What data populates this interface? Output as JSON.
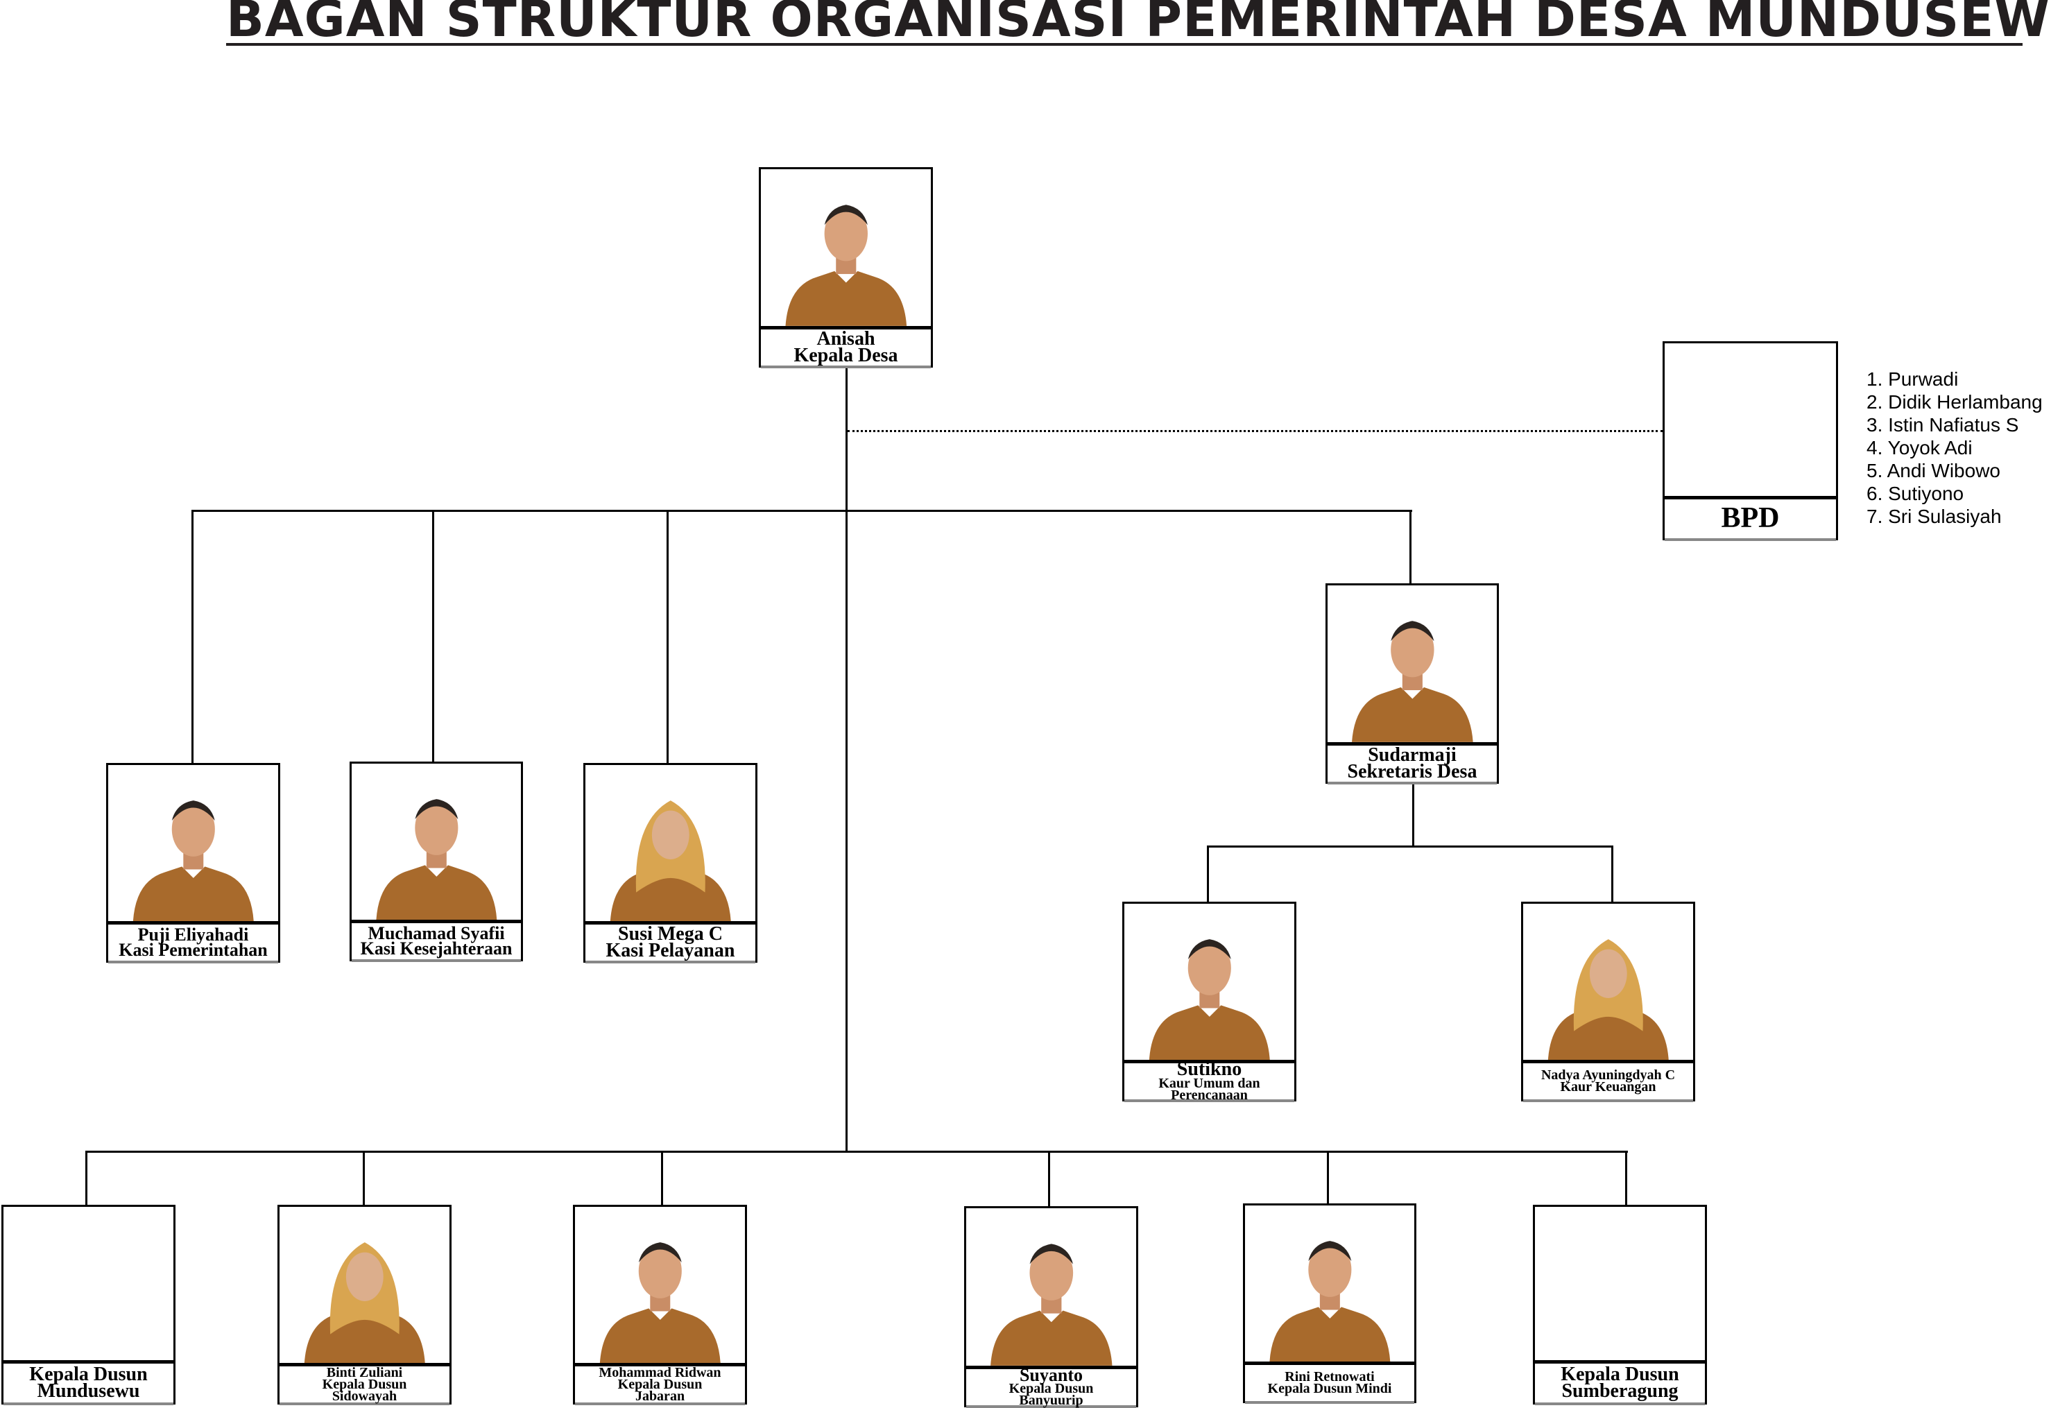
{
  "title": "BAGAN STRUKTUR ORGANISASI PEMERINTAH DESA MUNDUSEWU",
  "kepala_desa": {
    "name": "Anisah",
    "role": "Kepala Desa"
  },
  "bpd": {
    "label": "BPD",
    "members": [
      "1. Purwadi",
      "2. Didik Herlambang",
      "3. Istin Nafiatus S",
      "4. Yoyok Adi",
      "5. Andi Wibowo",
      "6. Sutiyono",
      "7. Sri Sulasiyah"
    ]
  },
  "sekretaris": {
    "name": "Sudarmaji",
    "role": "Sekretaris Desa"
  },
  "kasi": [
    {
      "name": "Puji Eliyahadi",
      "role": "Kasi Pemerintahan"
    },
    {
      "name": "Muchamad Syafii",
      "role": "Kasi Kesejahteraan"
    },
    {
      "name": "Susi Mega C",
      "role": "Kasi Pelayanan"
    }
  ],
  "kaur": [
    {
      "name": "Sutikno",
      "role": "Kaur Umum dan Perencanaan"
    },
    {
      "name": "Nadya Ayuningdyah C",
      "role": "Kaur Keuangan"
    }
  ],
  "dusun": [
    {
      "role": "Kepala Dusun",
      "place": "Mundusewu"
    },
    {
      "name": "Binti Zuliani",
      "role": "Kepala Dusun",
      "place": "Sidowayah"
    },
    {
      "name": "Mohammad Ridwan",
      "role": "Kepala Dusun",
      "place": "Jabaran"
    },
    {
      "name": "Suyanto",
      "role": "Kepala Dusun",
      "place": "Banyuurip"
    },
    {
      "name": "Rini Retnowati",
      "role": "Kepala Dusun Mindi"
    },
    {
      "role": "Kepala Dusun",
      "place": "Sumberagung"
    }
  ],
  "colors": {
    "uniform": "#a86a2c",
    "skin": "#d9a27c",
    "hijab": "#d9a550"
  }
}
